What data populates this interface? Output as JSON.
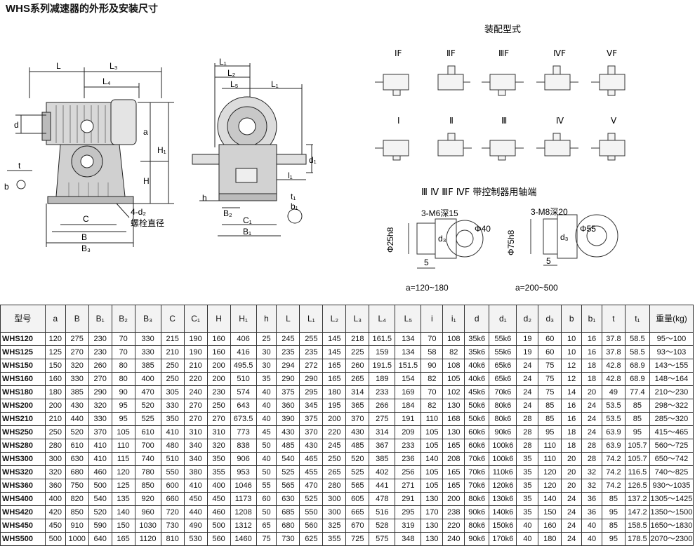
{
  "title": {
    "main": "WHS",
    "suffix": "系列减速器的外形及安装尺寸"
  },
  "drawing1": {
    "labels": {
      "L": "L",
      "L3": "L₃",
      "L4": "L₄",
      "d": "d",
      "a": "a",
      "H1": "H₁",
      "H": "H",
      "t": "t",
      "b": "b",
      "C": "C",
      "B": "B",
      "B3": "B₃",
      "d2": "4-d₂",
      "bolt": "螺栓直径"
    }
  },
  "drawing2": {
    "labels": {
      "L1top": "L₁",
      "L2": "L₂",
      "L5": "L₅",
      "L1": "L₁",
      "d1": "d₁",
      "l1": "l₁",
      "h": "h",
      "t1": "t₁",
      "b1": "b₁",
      "B2": "B₂",
      "C1": "C₁",
      "B1": "B₁"
    }
  },
  "assembly": {
    "heading": "装配型式",
    "row1": [
      "ⅠF",
      "ⅡF",
      "ⅢF",
      "ⅣF",
      "ⅤF"
    ],
    "row2": [
      "Ⅰ",
      "Ⅱ",
      "Ⅲ",
      "Ⅳ",
      "Ⅴ"
    ],
    "controller_heading": "Ⅲ Ⅳ ⅢF ⅣF 带控制器用轴端",
    "shaft_small": {
      "thread": "3-M6深15",
      "phi": "Φ40",
      "shaft": "Φ25h8",
      "d3": "d₃",
      "len": "5",
      "range": "a=120~180"
    },
    "shaft_large": {
      "thread": "3-M8深20",
      "phi": "Φ55",
      "shaft": "Φ75h8",
      "d3": "d₃",
      "len": "5",
      "range": "a=200~500"
    }
  },
  "table": {
    "headers": [
      "型号",
      "a",
      "B",
      "B₁",
      "B₂",
      "B₃",
      "C",
      "C₁",
      "H",
      "H₁",
      "h",
      "L",
      "L₁",
      "L₂",
      "L₃",
      "L₄",
      "L₅",
      "i",
      "i₁",
      "d",
      "d₁",
      "d₂",
      "d₃",
      "b",
      "b₁",
      "t",
      "t₁",
      "重量(kg)"
    ],
    "rows": [
      [
        "WHS120",
        "120",
        "275",
        "230",
        "70",
        "330",
        "215",
        "190",
        "160",
        "406",
        "25",
        "245",
        "255",
        "145",
        "218",
        "161.5",
        "134",
        "70",
        "108",
        "35k6",
        "55k6",
        "19",
        "60",
        "10",
        "16",
        "37.8",
        "58.5",
        "95～100"
      ],
      [
        "WHS125",
        "125",
        "270",
        "230",
        "70",
        "330",
        "210",
        "190",
        "160",
        "416",
        "30",
        "235",
        "235",
        "145",
        "225",
        "159",
        "134",
        "58",
        "82",
        "35k6",
        "55k6",
        "19",
        "60",
        "10",
        "16",
        "37.8",
        "58.5",
        "93～103"
      ],
      [
        "WHS150",
        "150",
        "320",
        "260",
        "80",
        "385",
        "250",
        "210",
        "200",
        "495.5",
        "30",
        "294",
        "272",
        "165",
        "260",
        "191.5",
        "151.5",
        "90",
        "108",
        "40k6",
        "65k6",
        "24",
        "75",
        "12",
        "18",
        "42.8",
        "68.9",
        "143～155"
      ],
      [
        "WHS160",
        "160",
        "330",
        "270",
        "80",
        "400",
        "250",
        "220",
        "200",
        "510",
        "35",
        "290",
        "290",
        "165",
        "265",
        "189",
        "154",
        "82",
        "105",
        "40k6",
        "65k6",
        "24",
        "75",
        "12",
        "18",
        "42.8",
        "68.9",
        "148～164"
      ],
      [
        "WHS180",
        "180",
        "385",
        "290",
        "90",
        "470",
        "305",
        "240",
        "230",
        "574",
        "40",
        "375",
        "295",
        "180",
        "314",
        "233",
        "169",
        "70",
        "102",
        "45k6",
        "70k6",
        "24",
        "75",
        "14",
        "20",
        "49",
        "77.4",
        "210～230"
      ],
      [
        "WHS200",
        "200",
        "430",
        "320",
        "95",
        "520",
        "330",
        "270",
        "250",
        "643",
        "40",
        "360",
        "345",
        "195",
        "365",
        "266",
        "184",
        "82",
        "130",
        "50k6",
        "80k6",
        "24",
        "85",
        "16",
        "24",
        "53.5",
        "85",
        "298～322"
      ],
      [
        "WHS210",
        "210",
        "440",
        "330",
        "95",
        "525",
        "350",
        "270",
        "270",
        "673.5",
        "40",
        "390",
        "375",
        "200",
        "370",
        "275",
        "191",
        "110",
        "168",
        "50k6",
        "80k6",
        "28",
        "85",
        "16",
        "24",
        "53.5",
        "85",
        "285～320"
      ],
      [
        "WHS250",
        "250",
        "520",
        "370",
        "105",
        "610",
        "410",
        "310",
        "310",
        "773",
        "45",
        "430",
        "370",
        "220",
        "430",
        "314",
        "209",
        "105",
        "130",
        "60k6",
        "90k6",
        "28",
        "95",
        "18",
        "24",
        "63.9",
        "95",
        "415～465"
      ],
      [
        "WHS280",
        "280",
        "610",
        "410",
        "110",
        "700",
        "480",
        "340",
        "320",
        "838",
        "50",
        "485",
        "430",
        "245",
        "485",
        "367",
        "233",
        "105",
        "165",
        "60k6",
        "100k6",
        "28",
        "110",
        "18",
        "28",
        "63.9",
        "105.7",
        "560～725"
      ],
      [
        "WHS300",
        "300",
        "630",
        "410",
        "115",
        "740",
        "510",
        "340",
        "350",
        "906",
        "40",
        "540",
        "465",
        "250",
        "520",
        "385",
        "236",
        "140",
        "208",
        "70k6",
        "100k6",
        "35",
        "110",
        "20",
        "28",
        "74.2",
        "105.7",
        "650～742"
      ],
      [
        "WHS320",
        "320",
        "680",
        "460",
        "120",
        "780",
        "550",
        "380",
        "355",
        "953",
        "50",
        "525",
        "455",
        "265",
        "525",
        "402",
        "256",
        "105",
        "165",
        "70k6",
        "110k6",
        "35",
        "120",
        "20",
        "32",
        "74.2",
        "116.5",
        "740～825"
      ],
      [
        "WHS360",
        "360",
        "750",
        "500",
        "125",
        "850",
        "600",
        "410",
        "400",
        "1046",
        "55",
        "565",
        "470",
        "280",
        "565",
        "441",
        "271",
        "105",
        "165",
        "70k6",
        "120k6",
        "35",
        "120",
        "20",
        "32",
        "74.2",
        "126.5",
        "930～1035"
      ],
      [
        "WHS400",
        "400",
        "820",
        "540",
        "135",
        "920",
        "660",
        "450",
        "450",
        "1173",
        "60",
        "630",
        "525",
        "300",
        "605",
        "478",
        "291",
        "130",
        "200",
        "80k6",
        "130k6",
        "35",
        "140",
        "24",
        "36",
        "85",
        "137.2",
        "1305～1425"
      ],
      [
        "WHS420",
        "420",
        "850",
        "520",
        "140",
        "960",
        "720",
        "440",
        "460",
        "1208",
        "50",
        "685",
        "550",
        "300",
        "665",
        "516",
        "295",
        "170",
        "238",
        "90k6",
        "140k6",
        "35",
        "150",
        "24",
        "36",
        "95",
        "147.2",
        "1350～1500"
      ],
      [
        "WHS450",
        "450",
        "910",
        "590",
        "150",
        "1030",
        "730",
        "490",
        "500",
        "1312",
        "65",
        "680",
        "560",
        "325",
        "670",
        "528",
        "319",
        "130",
        "220",
        "80k6",
        "150k6",
        "40",
        "160",
        "24",
        "40",
        "85",
        "158.5",
        "1650～1830"
      ],
      [
        "WHS500",
        "500",
        "1000",
        "640",
        "165",
        "1120",
        "810",
        "530",
        "560",
        "1460",
        "75",
        "730",
        "625",
        "355",
        "725",
        "575",
        "348",
        "130",
        "240",
        "90k6",
        "170k6",
        "40",
        "180",
        "24",
        "40",
        "95",
        "178.5",
        "2070～2300"
      ]
    ]
  }
}
